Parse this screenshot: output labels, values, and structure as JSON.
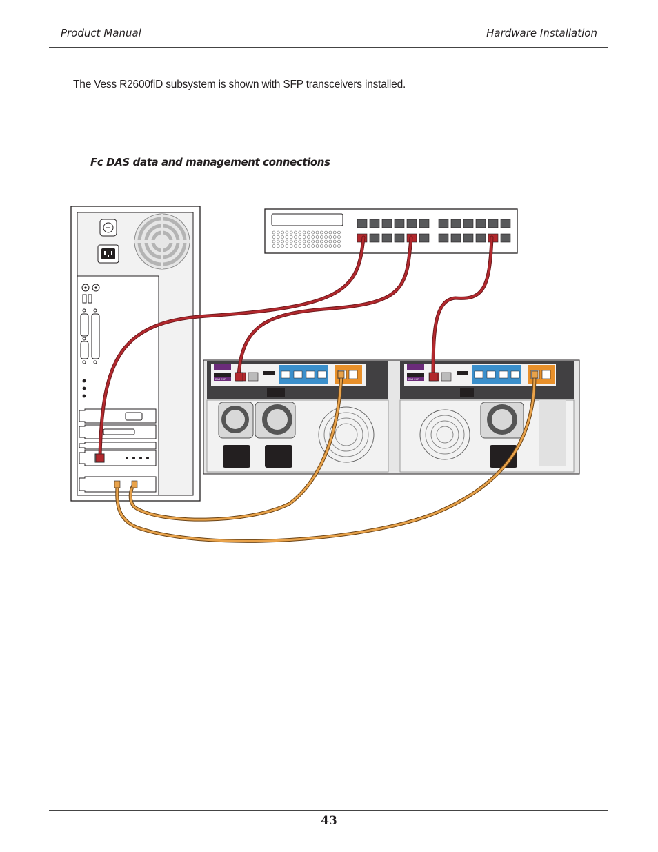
{
  "header": {
    "left": "Product Manual",
    "right": "Hardware Installation"
  },
  "intro_text": "The Vess R2600fiD subsystem is shown with SFP transceivers installed.",
  "figure": {
    "title": "Fc DAS data and management connections",
    "port_labels": {
      "das_exp": "DAS EXP."
    },
    "colors": {
      "management_cable": "#b3282d",
      "data_cable": "#e8a24a",
      "das_exp_badge": "#6b2c7a",
      "fc_port_panel": "#e8902a",
      "eth_port_panel": "#3a8fcb"
    }
  },
  "page_number": "43"
}
